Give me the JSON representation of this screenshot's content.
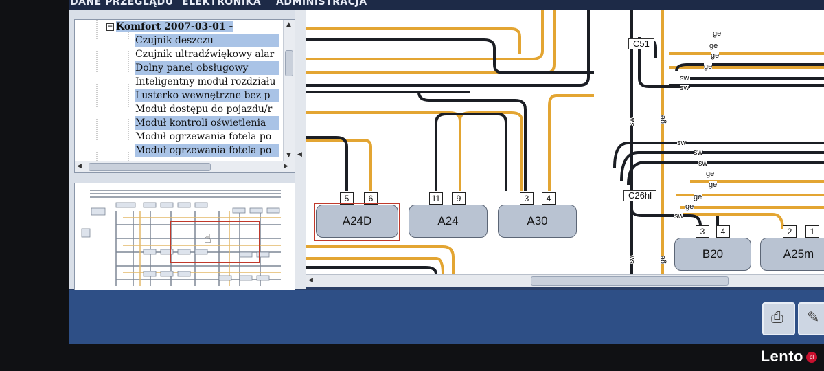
{
  "menu": {
    "items": [
      "DANE PRZEGLĄDU",
      "ELEKTRONIKA",
      "ADMINISTRACJA"
    ]
  },
  "tree": {
    "root_label": "Komfort 2007-03-01 -",
    "items": [
      {
        "label": "Czujnik deszczu",
        "selected": true
      },
      {
        "label": "Czujnik ultradźwiękowy alar",
        "selected": false
      },
      {
        "label": "Dolny panel obsługowy",
        "selected": true
      },
      {
        "label": "Inteligentny moduł rozdziału",
        "selected": false
      },
      {
        "label": "Lusterko wewnętrzne bez p",
        "selected": true
      },
      {
        "label": "Moduł dostępu do pojazdu/r",
        "selected": false
      },
      {
        "label": "Moduł kontroli oświetlenia",
        "selected": true
      },
      {
        "label": "Moduł ogrzewania fotela po",
        "selected": false
      },
      {
        "label": "Moduł ogrzewania fotela po",
        "selected": true
      }
    ]
  },
  "diagram": {
    "components": [
      {
        "label": "A24D",
        "pins": [
          "5",
          "6"
        ],
        "highlighted": true
      },
      {
        "label": "A24",
        "pins": [
          "11",
          "9"
        ],
        "highlighted": false
      },
      {
        "label": "A30",
        "pins": [
          "3",
          "4"
        ],
        "highlighted": false
      },
      {
        "label": "B20",
        "pins": [
          "3",
          "4"
        ],
        "highlighted": false
      },
      {
        "label": "A25m",
        "pins": [
          "2",
          "1"
        ],
        "highlighted": false
      }
    ],
    "connectors": [
      "C51",
      "C26hl"
    ],
    "wire_labels": {
      "ge": "ge",
      "sw": "sw"
    }
  },
  "colors": {
    "wire_black": "#1b1e24",
    "wire_orange": "#e3a532",
    "component_fill": "#b9c3d2",
    "highlight": "#c0392b"
  },
  "watermark": {
    "brand": "Lento",
    "suffix": "pl"
  }
}
